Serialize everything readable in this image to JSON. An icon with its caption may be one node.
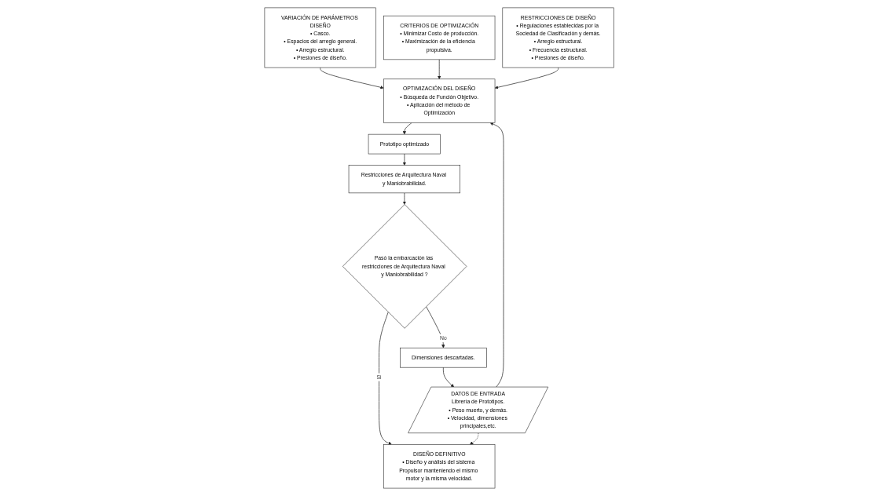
{
  "diagram": {
    "nodes": [
      {
        "text": [
          "VARIACIÓN DE PARÁMETROS DISEÑO",
          "• Casco.",
          "• Espacios del arreglo general.",
          "• Arreglo estructural.",
          "• Presiones de diseño."
        ]
      },
      {
        "text": [
          "Dimensiones descartadas."
        ]
      },
      {
        "text": [
          "DATOS DE ENTRADA",
          "Librería de Prototipos.",
          "• Peso muerto, y demás.",
          "• Velocidad, dimensiones principales,etc."
        ]
      },
      {
        "text": [
          "OPTIMIZACIÓN DEL DISEÑO",
          "• Búsqueda de Función Objetivo.",
          "• Aplicación del método de Optimización"
        ]
      },
      {
        "text": [
          "Prototipo optimizado"
        ]
      },
      {
        "text": [
          "Restricciones de Arquitectura Naval y Maniobrabilidad."
        ]
      },
      {
        "text": [
          "Pasó la embarcación las restricciones de Arquitectura Naval y Maniobrabilidad ?"
        ]
      },
      {
        "text": [
          "CRITERIOS DE OPTIMIZACIÓN",
          "• Minimizar Costo de producción.",
          "• Maximización de la eficiencia propulsiva."
        ]
      },
      {
        "text": [
          "RESTRICCIONES DE DISEÑO",
          "• Regulaciones establecidas por la Sociedad de Clasificación y demás.",
          "• Arreglo estructural.",
          "• Frecuencia estructural.",
          "• Presiones de diseño."
        ]
      },
      {
        "text": [
          "DISEÑO DEFINITIVO",
          "• Diseño y análisis del sistema Propulsor manteniendo el mismo motor y la misma velocidad."
        ]
      }
    ],
    "edges": [
      {
        "from": 0,
        "to": 3,
        "arrow": "to"
      },
      {
        "from": 1,
        "to": 2,
        "arrow": "to"
      },
      {
        "from": 2,
        "to": 3,
        "arrow": "to"
      },
      {
        "from": 3,
        "to": 4,
        "arrow": "to"
      },
      {
        "from": 4,
        "to": 5,
        "arrow": "to"
      },
      {
        "from": 5,
        "to": 6,
        "arrow": "to"
      },
      {
        "from": 6,
        "to": 1,
        "arrow": "to",
        "label": "No"
      },
      {
        "from": 6,
        "to": 9,
        "arrow": "to",
        "label": "Si"
      },
      {
        "from": 7,
        "to": 3,
        "arrow": "to"
      },
      {
        "from": 8,
        "to": 3,
        "arrow": "to"
      },
      {
        "from": 2,
        "to": 9,
        "arrow": "to",
        "style": "dashed"
      }
    ]
  }
}
